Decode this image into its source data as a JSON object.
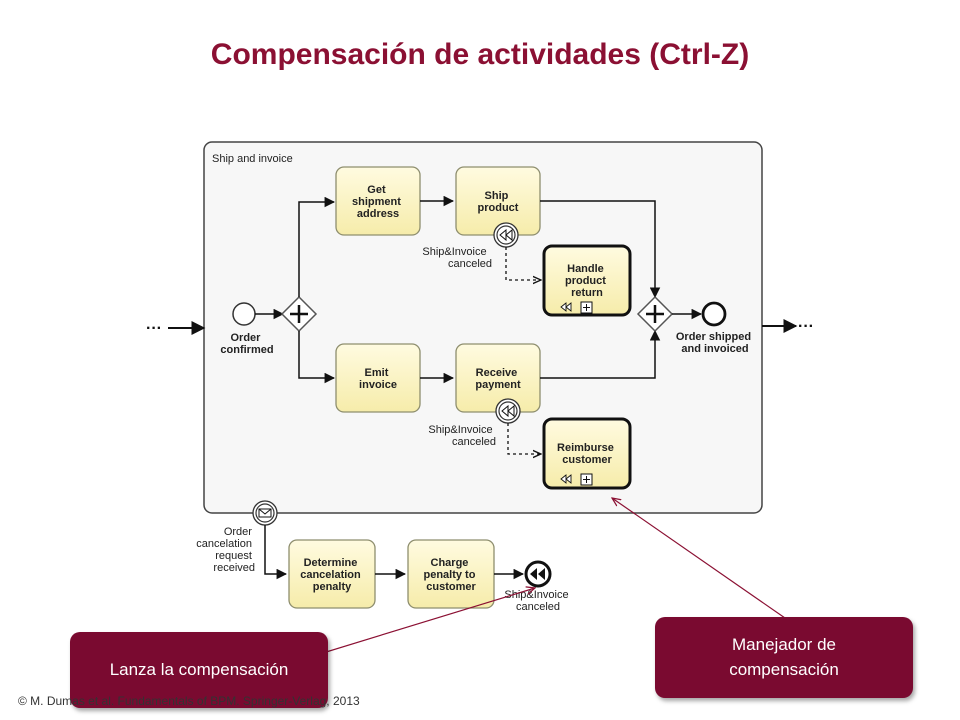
{
  "title": "Compensación de actividades (Ctrl-Z)",
  "subprocess_label": "Ship and invoice",
  "tasks": {
    "get_shipment": [
      "Get",
      "shipment",
      "address"
    ],
    "ship_product": [
      "Ship",
      "product"
    ],
    "handle_return": [
      "Handle",
      "product",
      "return"
    ],
    "emit_invoice": [
      "Emit",
      "invoice"
    ],
    "receive_payment": [
      "Receive",
      "payment"
    ],
    "reimburse": [
      "Reimburse",
      "customer"
    ],
    "determine_penalty": [
      "Determine",
      "cancelation",
      "penalty"
    ],
    "charge_penalty": [
      "Charge",
      "penalty to",
      "customer"
    ]
  },
  "events": {
    "start": [
      "Order",
      "confirmed"
    ],
    "end": [
      "Order shipped",
      "and invoiced"
    ],
    "boundary_ship": [
      "Ship&Invoice",
      "canceled"
    ],
    "boundary_payment": [
      "Ship&Invoice",
      "canceled"
    ],
    "message_boundary": [
      "Order",
      "cancelation",
      "request",
      "received"
    ],
    "compensation_end": [
      "Ship&Invoice",
      "canceled"
    ]
  },
  "ellipsis_left": "···",
  "ellipsis_right": "···",
  "callouts": {
    "throw": "Lanza la compensación",
    "handler_line1": "Manejador de",
    "handler_line2": "compensación"
  },
  "copyright": "© M. Dumas et al. Fundamentals of BPM. Springer-Verlag, 2013",
  "colors": {
    "title": "#8b1033",
    "callout_bg": "#7a0a30",
    "task_fill": "#fbf6c4",
    "task_stroke": "#9a9a7a",
    "arrow_line": "#8b1033"
  }
}
